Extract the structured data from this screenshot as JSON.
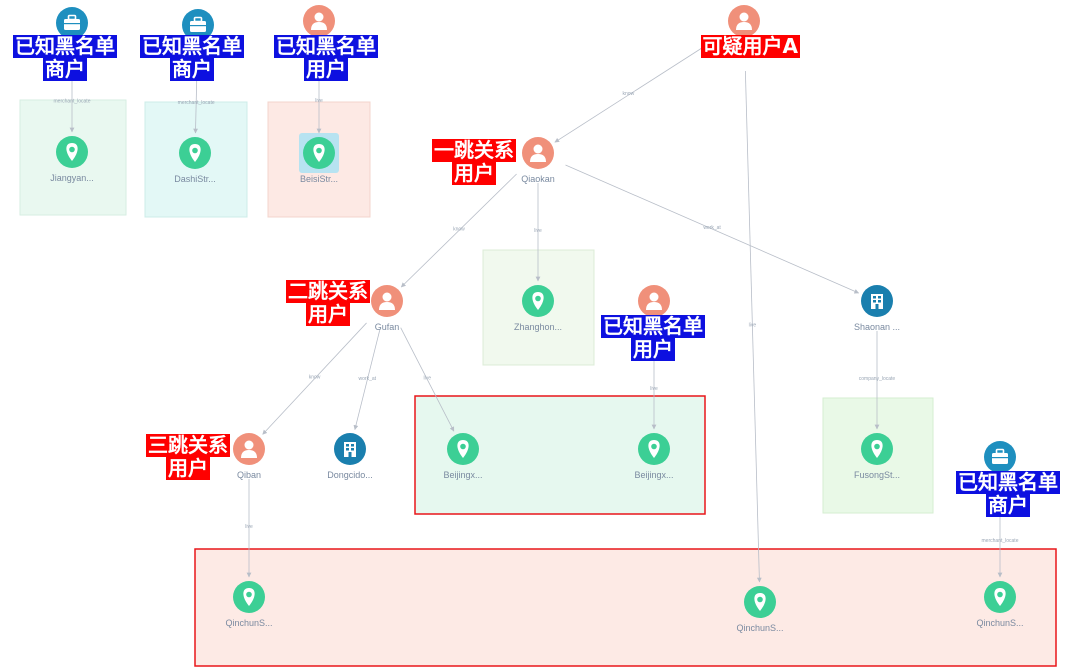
{
  "nodes": [
    {
      "id": "m1",
      "kind": "merchant",
      "label": ""
    },
    {
      "id": "m2",
      "kind": "merchant",
      "label": ""
    },
    {
      "id": "u1",
      "kind": "user",
      "label": ""
    },
    {
      "id": "ua",
      "kind": "user",
      "label": ""
    },
    {
      "id": "l1",
      "kind": "location",
      "label": "Jiangyan..."
    },
    {
      "id": "l2",
      "kind": "location",
      "label": "DashiStr..."
    },
    {
      "id": "l3",
      "kind": "location",
      "label": "BeisiStr..."
    },
    {
      "id": "qiaokan",
      "kind": "user",
      "label": "Qiaokan"
    },
    {
      "id": "zhanghon",
      "kind": "location",
      "label": "Zhanghon..."
    },
    {
      "id": "gufan",
      "kind": "user",
      "label": "Gufan"
    },
    {
      "id": "u2",
      "kind": "user",
      "label": ""
    },
    {
      "id": "shaonan",
      "kind": "company",
      "label": "Shaonan ..."
    },
    {
      "id": "qiban",
      "kind": "user",
      "label": "Qiban"
    },
    {
      "id": "dongcido",
      "kind": "company",
      "label": "Dongcido..."
    },
    {
      "id": "bj1",
      "kind": "location",
      "label": "Beijingx..."
    },
    {
      "id": "bj2",
      "kind": "location",
      "label": "Beijingx..."
    },
    {
      "id": "fusong",
      "kind": "location",
      "label": "FusongSt..."
    },
    {
      "id": "m3",
      "kind": "merchant",
      "label": ""
    },
    {
      "id": "qc1",
      "kind": "location",
      "label": "QinchunS..."
    },
    {
      "id": "qc2",
      "kind": "location",
      "label": "QinchunS..."
    },
    {
      "id": "qc3",
      "kind": "location",
      "label": "QinchunS..."
    }
  ],
  "edges": [
    {
      "from": "m1",
      "to": "l1",
      "label": "merchant_locate"
    },
    {
      "from": "m2",
      "to": "l2",
      "label": "merchant_locate"
    },
    {
      "from": "u1",
      "to": "l3",
      "label": "live"
    },
    {
      "from": "ua",
      "to": "qiaokan",
      "label": "know"
    },
    {
      "from": "ua",
      "to": "qc2",
      "label": "live"
    },
    {
      "from": "qiaokan",
      "to": "gufan",
      "label": "know"
    },
    {
      "from": "qiaokan",
      "to": "zhanghon",
      "label": "live"
    },
    {
      "from": "qiaokan",
      "to": "shaonan",
      "label": "work_at"
    },
    {
      "from": "gufan",
      "to": "qiban",
      "label": "know"
    },
    {
      "from": "gufan",
      "to": "dongcido",
      "label": "work_at"
    },
    {
      "from": "gufan",
      "to": "bj1",
      "label": "live"
    },
    {
      "from": "u2",
      "to": "bj2",
      "label": "live"
    },
    {
      "from": "shaonan",
      "to": "fusong",
      "label": "company_locate"
    },
    {
      "from": "qiban",
      "to": "qc1",
      "label": "live"
    },
    {
      "from": "m3",
      "to": "qc3",
      "label": "merchant_locate"
    }
  ],
  "annotations": [
    {
      "id": "tag-m1",
      "style": "blue",
      "lines": [
        "已知黑名单",
        "商户"
      ]
    },
    {
      "id": "tag-m2",
      "style": "blue",
      "lines": [
        "已知黑名单",
        "商户"
      ]
    },
    {
      "id": "tag-u1",
      "style": "blue",
      "lines": [
        "已知黑名单",
        "用户"
      ]
    },
    {
      "id": "tag-ua",
      "style": "red",
      "lines": [
        "可疑用户A"
      ]
    },
    {
      "id": "tag-qiaokan",
      "style": "red",
      "lines": [
        "一跳关系",
        "用户"
      ]
    },
    {
      "id": "tag-gufan",
      "style": "red",
      "lines": [
        "二跳关系",
        "用户"
      ]
    },
    {
      "id": "tag-u2",
      "style": "blue",
      "lines": [
        "已知黑名单",
        "用户"
      ]
    },
    {
      "id": "tag-qiban",
      "style": "red",
      "lines": [
        "三跳关系",
        "用户"
      ]
    },
    {
      "id": "tag-m3",
      "style": "blue",
      "lines": [
        "已知黑名单",
        "商户"
      ]
    }
  ],
  "colors": {
    "user": "#f0907a",
    "merchant": "#1e8fbf",
    "company": "#1a7fae",
    "location": "#3ccf95",
    "edge": "#b8bec8",
    "highlight_red": "#e8161a",
    "tag_blue": "#0d10e0",
    "tag_red": "#ff0000"
  },
  "icons": {
    "user": "person-icon",
    "merchant": "briefcase-icon",
    "company": "building-icon",
    "location": "map-pin-icon"
  }
}
